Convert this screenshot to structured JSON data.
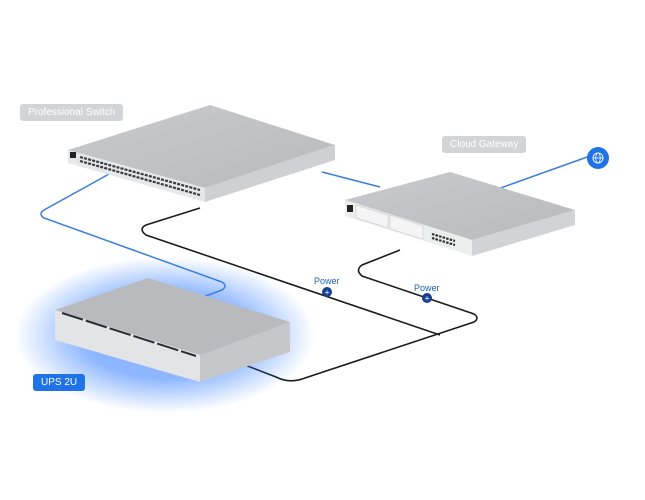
{
  "devices": {
    "switch": {
      "label": "Professional Switch"
    },
    "gateway": {
      "label": "Cloud Gateway"
    },
    "ups": {
      "label": "UPS 2U"
    }
  },
  "connections": {
    "power_1": {
      "label": "Power"
    },
    "power_2": {
      "label": "Power"
    }
  },
  "internet": {
    "icon": "globe-icon"
  },
  "colors": {
    "network_link": "#3b7ddd",
    "power_link": "#1c1c1c",
    "accent": "#1f72e8"
  }
}
